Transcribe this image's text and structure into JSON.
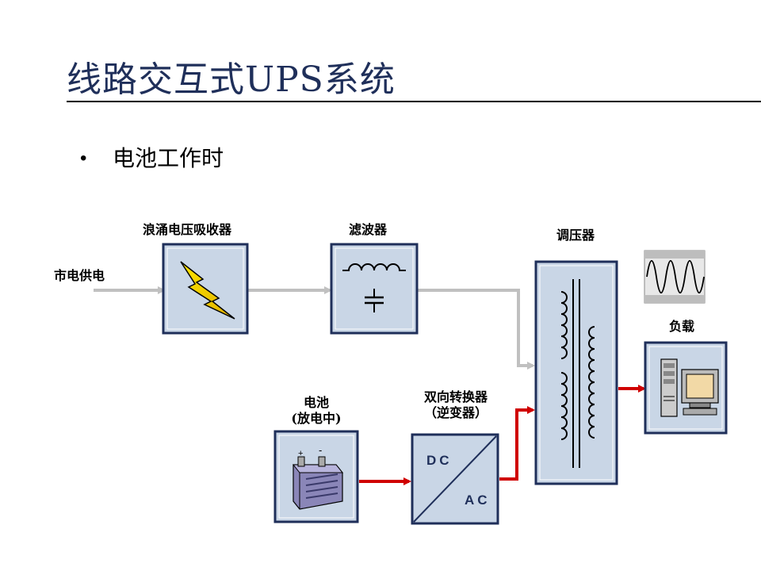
{
  "slide": {
    "title": "线路交互式UPS系统",
    "bullet": "电池工作时"
  },
  "diagram": {
    "mains_label": "市电供电",
    "surge_label": "浪涌电压吸收器",
    "filter_label": "滤波器",
    "regulator_label": "调压器",
    "load_label": "负载",
    "battery_label_line1": "电池",
    "battery_label_line2": "(放电中)",
    "converter_label_line1": "双向转换器",
    "converter_label_line2": "（逆变器）",
    "converter_dc": "DC",
    "converter_ac": "AC",
    "battery_plus": "+",
    "battery_minus": "-",
    "colors": {
      "box_fill": "#c9d6e6",
      "box_border": "#1f2f5a",
      "inactive_path": "#c0c0c0",
      "active_path": "#d00000"
    }
  }
}
